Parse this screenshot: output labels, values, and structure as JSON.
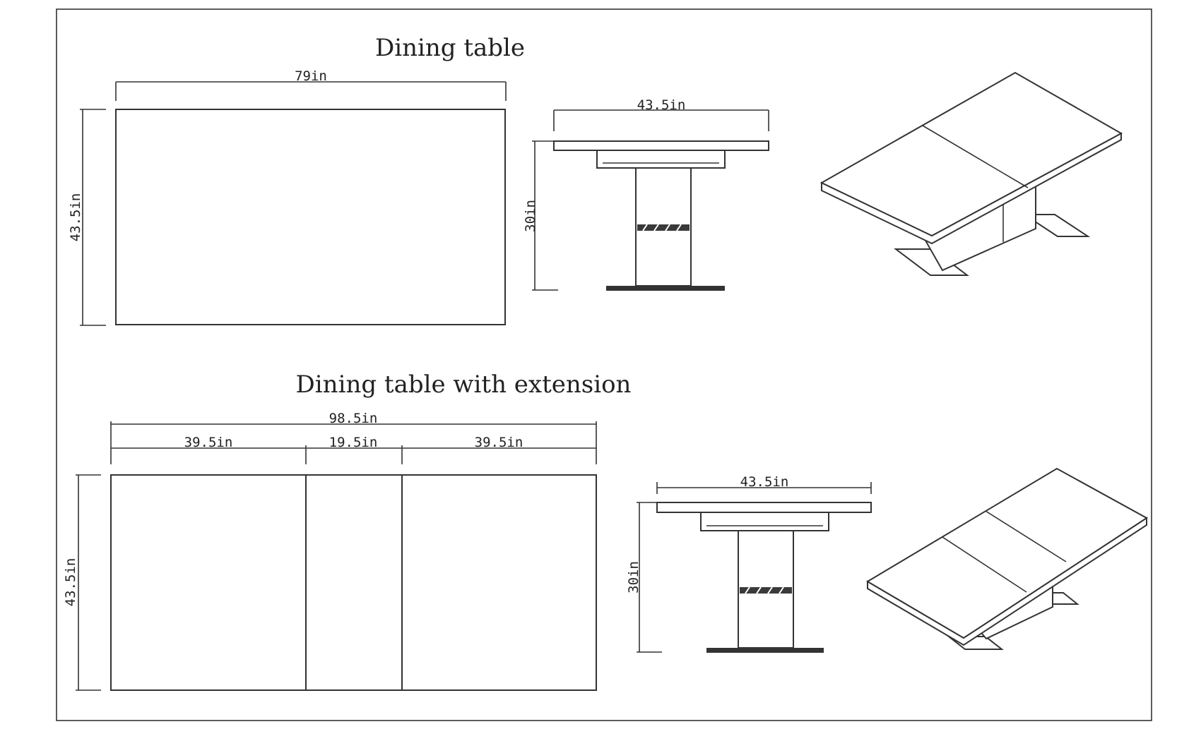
{
  "diagram": {
    "sections": [
      {
        "title": "Dining table",
        "top_view": {
          "width_label": "79in",
          "depth_label": "43.5in"
        },
        "side_view": {
          "width_label": "43.5in",
          "height_label": "30in"
        }
      },
      {
        "title": "Dining table with extension",
        "top_view": {
          "total_label": "98.5in",
          "segments": [
            "39.5in",
            "19.5in",
            "39.5in"
          ],
          "depth_label": "43.5in"
        },
        "side_view": {
          "width_label": "43.5in",
          "height_label": "30in"
        }
      }
    ]
  }
}
